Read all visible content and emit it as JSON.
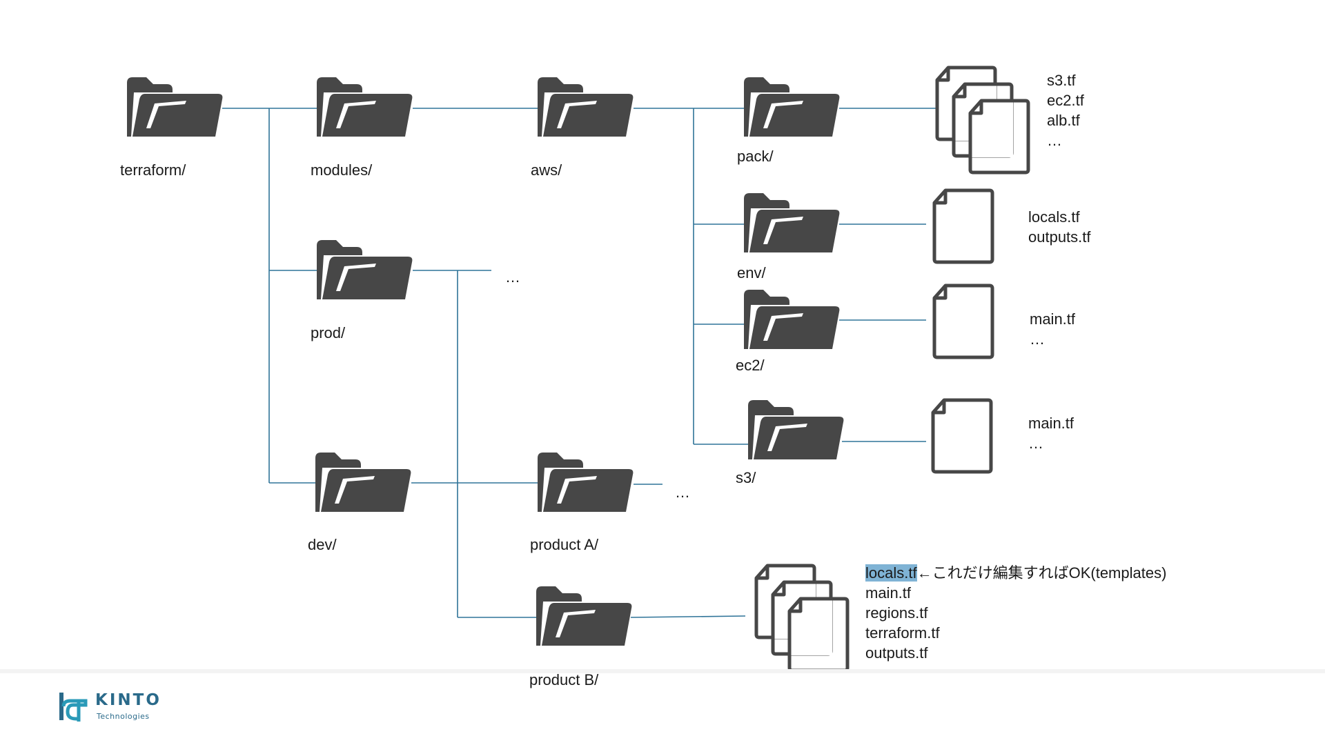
{
  "folders": {
    "terraform": "terraform/",
    "modules": "modules/",
    "aws": "aws/",
    "pack": "pack/",
    "env": "env/",
    "ec2": "ec2/",
    "s3": "s3/",
    "prod": "prod/",
    "dev": "dev/",
    "product_a": "product A/",
    "product_b": "product B/"
  },
  "ellipses": {
    "prod_more": "…",
    "product_a_more": "…"
  },
  "files": {
    "pack": [
      "s3.tf",
      "ec2.tf",
      "alb.tf",
      "…"
    ],
    "env": [
      "locals.tf",
      "outputs.tf"
    ],
    "ec2": [
      "main.tf",
      "…"
    ],
    "s3": [
      "main.tf",
      "…"
    ],
    "product_b": {
      "highlighted": "locals.tf",
      "note": "←これだけ編集すればOK(templates)",
      "rest": [
        "main.tf",
        "regions.tf",
        "terraform.tf",
        "outputs.tf"
      ]
    }
  },
  "logo": {
    "name": "KINTO",
    "sub": "Technologies"
  },
  "colors": {
    "folder": "#474747",
    "connector": "#2e7398",
    "file_outline": "#474747",
    "highlight": "#7fb3d5",
    "brand": "#2a6a8a"
  }
}
